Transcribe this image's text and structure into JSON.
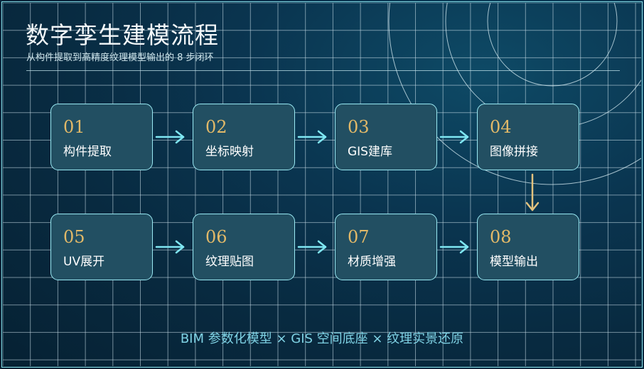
{
  "title": "数字孪生建模流程",
  "subtitle": "从构件提取到高精度纹理模型输出的 8 步闭环",
  "steps": [
    {
      "number": "01",
      "label": "构件提取"
    },
    {
      "number": "02",
      "label": "坐标映射"
    },
    {
      "number": "03",
      "label": "GIS建库"
    },
    {
      "number": "04",
      "label": "图像拼接"
    },
    {
      "number": "05",
      "label": "UV展开"
    },
    {
      "number": "06",
      "label": "纹理贴图"
    },
    {
      "number": "07",
      "label": "材质增强"
    },
    {
      "number": "08",
      "label": "模型输出"
    }
  ],
  "footer": "BIM 参数化模型 × GIS 空间底座 × 纹理实景还原",
  "colors": {
    "background": "#0a3550",
    "grid_line": "#cfe4ec",
    "box_fill": "#224f62",
    "box_border": "#9aeaf4",
    "step_number": "#e2b968",
    "arrow_row": "#7fe7f3",
    "arrow_down": "#e2c27e",
    "footer_text": "#7fd2e4"
  },
  "icons": {
    "flow_arrow": "arrow-right-icon",
    "turn_arrow": "arrow-down-icon"
  }
}
